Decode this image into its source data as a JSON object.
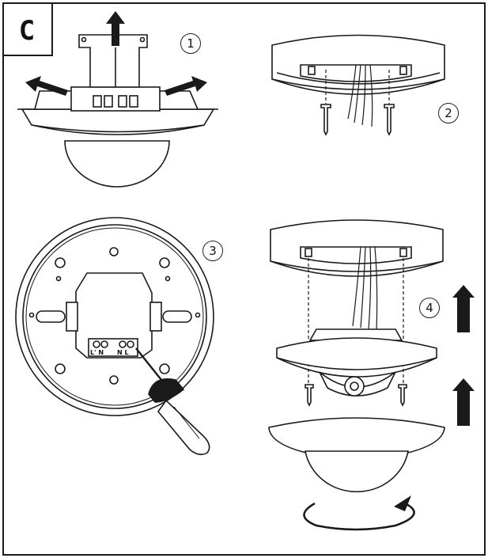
{
  "page_label": "C",
  "steps": [
    {
      "number": "1"
    },
    {
      "number": "2"
    },
    {
      "number": "3"
    },
    {
      "number": "4"
    }
  ],
  "terminal_labels": {
    "left": "L' N",
    "right": "N L"
  },
  "colors": {
    "line": "#1a1a1a",
    "background": "#ffffff"
  }
}
